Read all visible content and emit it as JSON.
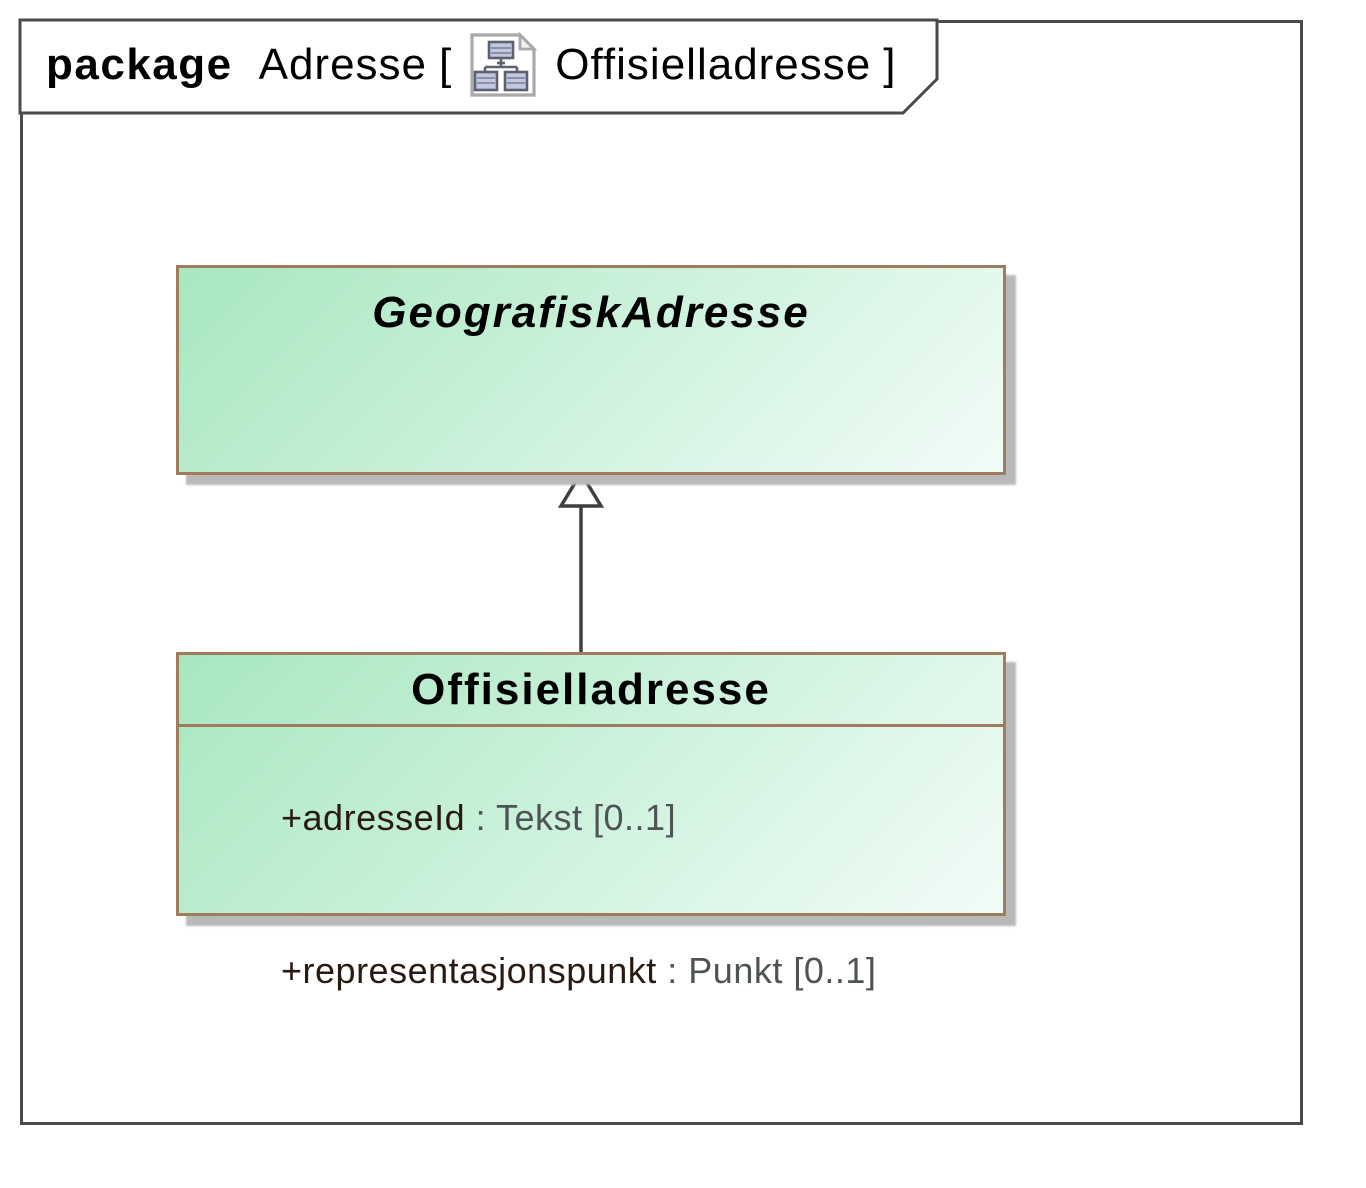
{
  "tab": {
    "keyword": "package",
    "package_name": "Adresse",
    "bracket_open": "[",
    "diagram_name": "Offisielladresse",
    "bracket_close": "]",
    "icon": "class-diagram-icon"
  },
  "classes": [
    {
      "name": "GeografiskAdresse",
      "abstract": true,
      "attributes": []
    },
    {
      "name": "Offisielladresse",
      "abstract": false,
      "attributes": [
        {
          "name": "+adresseId",
          "sep": " : ",
          "type": "Tekst",
          "mult": " [0..1]"
        },
        {
          "name": "+representasjonspunkt",
          "sep": " : ",
          "type": "Punkt",
          "mult": " [0..1]"
        }
      ]
    }
  ],
  "relations": [
    {
      "type": "generalization",
      "from": "Offisielladresse",
      "to": "GeografiskAdresse"
    }
  ],
  "colors": {
    "frame-border": "#4a4a4a",
    "box-border": "#a07c5c",
    "box-fill-start": "#a7e7bf",
    "box-fill-end": "#f2fcf8",
    "box-shadow": "#b9b9b9",
    "title-text": "#000000",
    "attr-name": "#2b1a12",
    "attr-type": "#4e5456",
    "arrow-line": "#3f3f3f"
  }
}
